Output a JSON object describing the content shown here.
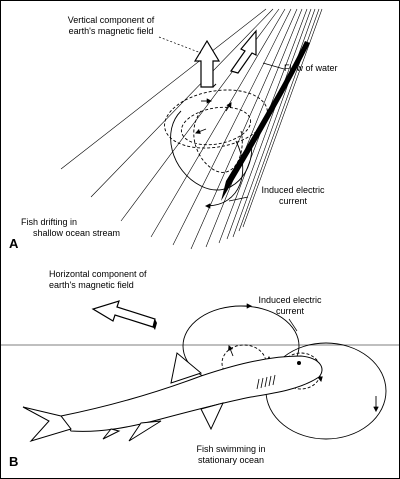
{
  "panel_a": {
    "letter": "A",
    "vertical_field_label": [
      "Vertical component of",
      "earth's magnetic field"
    ],
    "flow_label": "Flow of water",
    "current_label": [
      "Induced electric",
      "current"
    ],
    "scene_label": [
      "Fish drifting in",
      "shallow ocean stream"
    ]
  },
  "panel_b": {
    "letter": "B",
    "horizontal_field_label": [
      "Horizontal component of",
      "earth's magnetic field"
    ],
    "current_label": [
      "Induced electric",
      "current"
    ],
    "scene_label": [
      "Fish swimming in",
      "stationary ocean"
    ]
  },
  "colors": {
    "ink": "#000000",
    "background": "#ffffff"
  }
}
